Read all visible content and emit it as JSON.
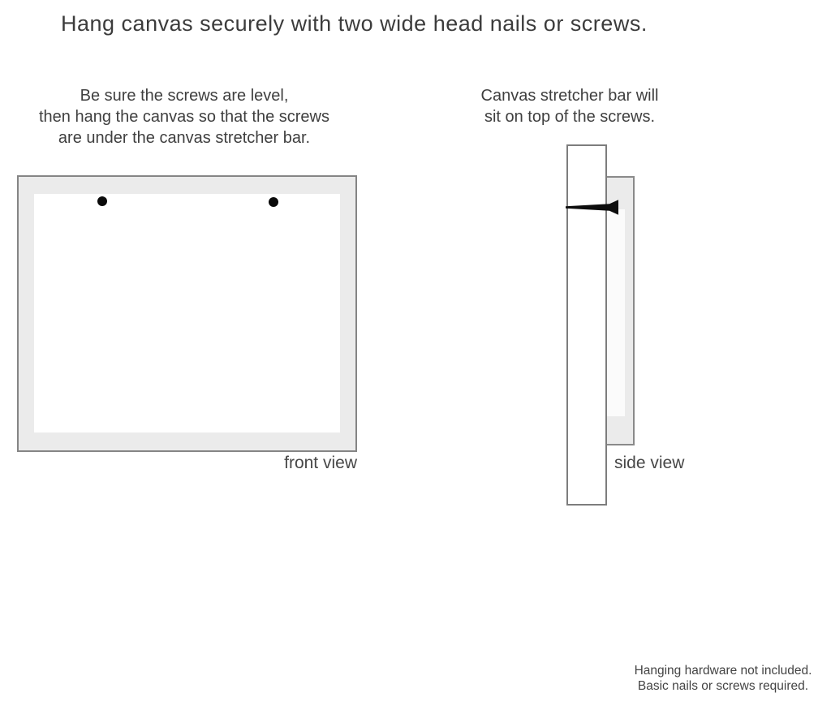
{
  "page": {
    "title": "Hang canvas securely with two wide head nails or screws.",
    "background_color": "#ffffff",
    "text_color": "#3f3f3f"
  },
  "instructions": {
    "left_note": {
      "line1": "Be sure the screws are level,",
      "line2": "then hang the canvas so that the screws",
      "line3": "are under the canvas stretcher bar."
    },
    "right_note": {
      "line1": "Canvas stretcher bar will",
      "line2": "sit on top of the screws."
    }
  },
  "front_view": {
    "label": "front view",
    "canvas_frame_color": "#ebebeb",
    "canvas_border_color": "#858585",
    "canvas_inner_color": "#ffffff",
    "screw_color": "#0a0a0a",
    "screw_count": 2
  },
  "side_view": {
    "label": "side view",
    "wall_bar_color": "#ffffff",
    "wall_bar_border_color": "#7d7d7d",
    "canvas_edge_color": "#ebebeb",
    "canvas_edge_border_color": "#8a8a8a",
    "nail_color": "#0d0d0d"
  },
  "footer": {
    "line1": "Hanging hardware not included.",
    "line2": "Basic nails or screws required."
  }
}
